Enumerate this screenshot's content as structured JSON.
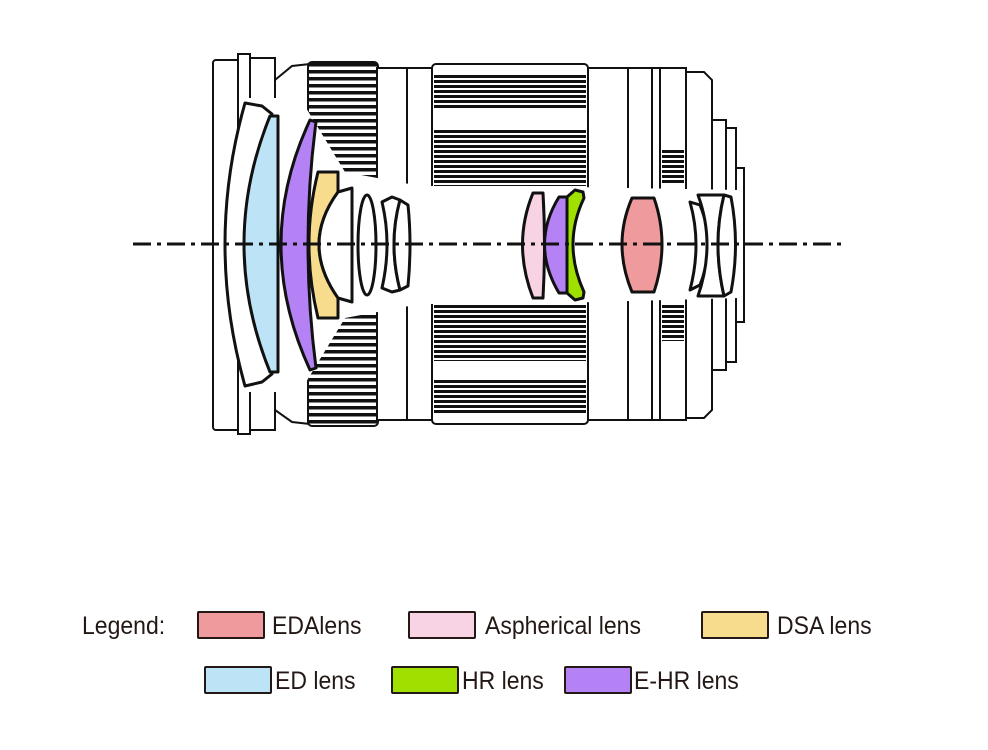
{
  "legend": {
    "title": "Legend:",
    "items": [
      {
        "label": "EDAlens",
        "color": "#ef9a9c"
      },
      {
        "label": "Aspherical lens",
        "color": "#f8d3e4"
      },
      {
        "label": "DSA lens",
        "color": "#f7dc8e"
      },
      {
        "label": "ED lens",
        "color": "#bde3f7"
      },
      {
        "label": "HR lens",
        "color": "#9fe000"
      },
      {
        "label": "E-HR lens",
        "color": "#b482f5"
      }
    ]
  }
}
